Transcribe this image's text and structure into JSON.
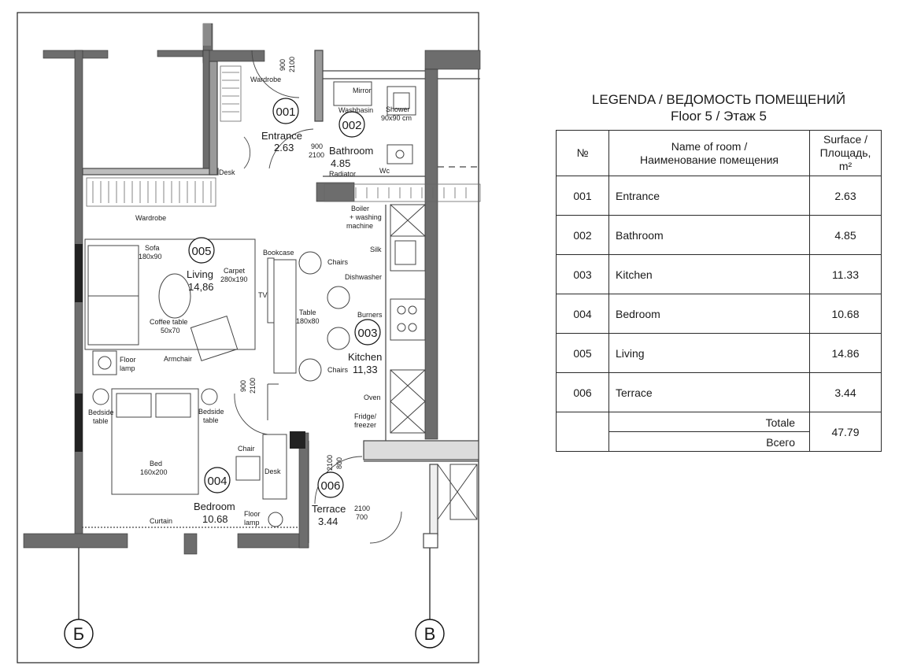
{
  "legend": {
    "title_line1": "LEGENDA / ВЕДОМОСТЬ ПОМЕЩЕНИЙ",
    "title_line2": "Floor 5 / Этаж 5",
    "headers": {
      "no": "№",
      "name_en": "Name of room /",
      "name_ru": "Наименование помещения",
      "area_en": "Surface /",
      "area_ru": "Площадь,",
      "area_unit": "m²"
    },
    "rooms": [
      {
        "no": "001",
        "name": "Entrance",
        "area": "2.63"
      },
      {
        "no": "002",
        "name": "Bathroom",
        "area": "4.85"
      },
      {
        "no": "003",
        "name": "Kitchen",
        "area": "11.33"
      },
      {
        "no": "004",
        "name": "Bedroom",
        "area": "10.68"
      },
      {
        "no": "005",
        "name": "Living",
        "area": "14.86"
      },
      {
        "no": "006",
        "name": "Terrace",
        "area": "3.44"
      }
    ],
    "total_en": "Totale",
    "total_ru": "Всего",
    "total_value": "47.79"
  },
  "plan": {
    "axes": {
      "b": "Б",
      "v": "В"
    },
    "rooms": {
      "r001": {
        "tag": "001",
        "name": "Entrance",
        "area": "2.63"
      },
      "r002": {
        "tag": "002",
        "name": "Bathroom",
        "area": "4.85"
      },
      "r003": {
        "tag": "003",
        "name": "Kitchen",
        "area": "11,33"
      },
      "r004": {
        "tag": "004",
        "name": "Bedroom",
        "area": "10.68"
      },
      "r005": {
        "tag": "005",
        "name": "Living",
        "area": "14,86"
      },
      "r006": {
        "tag": "006",
        "name": "Terrace",
        "area": "3.44"
      }
    },
    "doors": {
      "d1_w": "900",
      "d1_h": "2100",
      "d2_w": "900",
      "d2_h": "2100",
      "d3_w": "900",
      "d3_h": "2100",
      "d4_w": "2100",
      "d4_h": "800",
      "d5_w": "2100",
      "d5_h": "700"
    },
    "furniture": {
      "wardrobe_top": "Wardrobe",
      "wardrobe_mid": "Wardrobe",
      "desk_entrance": "Desk",
      "mirror": "Mirror",
      "washbasin": "Washbasin",
      "shower": "Shower",
      "shower_size": "90x90 cm",
      "radiator": "Radiator",
      "wc": "Wc",
      "boiler1": "Boiler",
      "boiler2": "+ washing",
      "boiler3": "machine",
      "silk": "Silk",
      "dishwasher": "Dishwasher",
      "burners": "Burners",
      "oven": "Oven",
      "fridge1": "Fridge/",
      "fridge2": "freezer",
      "sofa": "Sofa",
      "sofa_size": "180x90",
      "carpet": "Carpet",
      "carpet_size": "280x190",
      "bookcase": "Bookcase",
      "chairs_top": "Chairs",
      "chairs_bottom": "Chairs",
      "tv": "TV",
      "table": "Table",
      "table_size": "180x80",
      "coffee_table": "Coffee table",
      "coffee_size": "50x70",
      "armchair": "Armchair",
      "floor_lamp1a": "Floor",
      "floor_lamp1b": "lamp",
      "bedside_l1": "Bedside",
      "bedside_l2": "table",
      "bedside_r1": "Bedside",
      "bedside_r2": "table",
      "bed": "Bed",
      "bed_size": "160x200",
      "chair": "Chair",
      "desk_bedroom": "Desk",
      "curtain": "Curtain",
      "floor_lamp2a": "Floor",
      "floor_lamp2b": "lamp"
    }
  }
}
